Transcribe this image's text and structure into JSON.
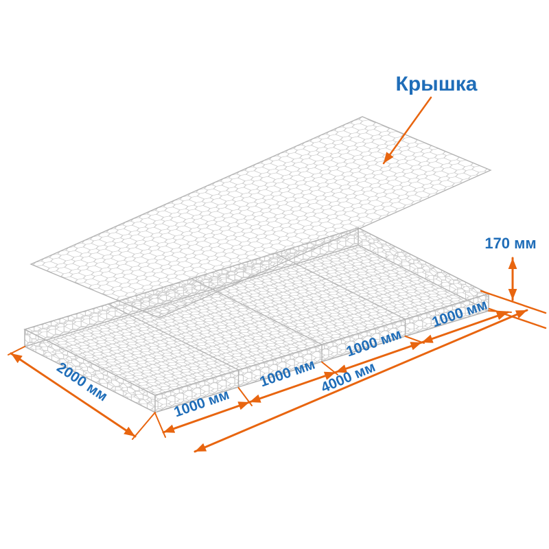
{
  "diagram": {
    "title_hint": "gabion mattress with lid, exploded view",
    "lid_label": "Крышка",
    "height_label": "170 мм",
    "width_label": "2000 мм",
    "segment_labels": [
      "1000 мм",
      "1000 мм",
      "1000 мм",
      "1000 мм"
    ],
    "length_total_label": "4000 мм"
  },
  "colors": {
    "arrow": "#E8650F",
    "text_blue": "#1F6DB8",
    "wire": "#C8C8C8",
    "wire_edge": "#B2B2B2"
  }
}
